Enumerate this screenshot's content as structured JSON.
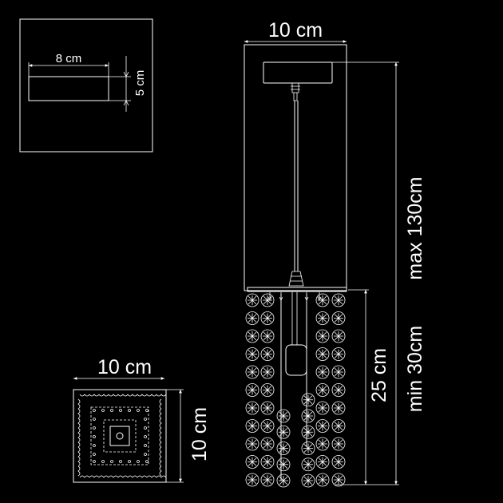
{
  "labels": {
    "inset_width": "8 cm",
    "inset_height": "5 cm",
    "canopy_width": "10 cm",
    "max_height": "max 130cm",
    "min_height": "min 30cm",
    "shade_height": "25 cm",
    "plan_width": "10 cm",
    "plan_depth": "10 cm"
  },
  "colors": {
    "background": "#000000",
    "line": "#ffffff"
  }
}
